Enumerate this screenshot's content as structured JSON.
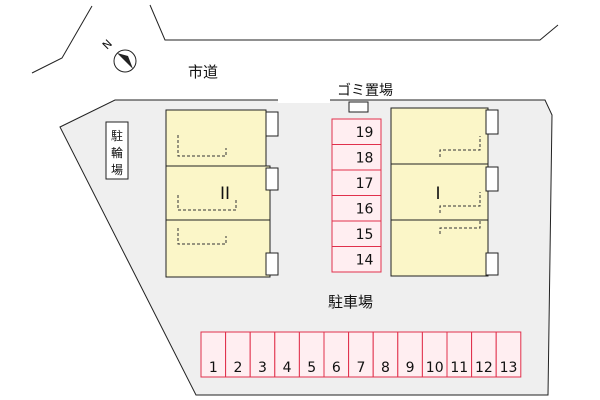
{
  "map": {
    "road_label": "市道",
    "garbage_label": "ゴミ置場",
    "bicycle_label": [
      "駐",
      "輪",
      "場"
    ],
    "parking_label": "駐車場",
    "building_left": "II",
    "building_right": "I",
    "north_arrow_letter": "N",
    "parking_center": [
      "19",
      "18",
      "17",
      "16",
      "15",
      "14"
    ],
    "parking_bottom": [
      "1",
      "2",
      "3",
      "4",
      "5",
      "6",
      "7",
      "8",
      "9",
      "10",
      "11",
      "12",
      "13"
    ],
    "colors": {
      "lot": "#efefef",
      "building": "#fbf6c8",
      "parking_fill": "#ffeef1",
      "parking_border": "#e0304c",
      "line": "#222222"
    }
  }
}
